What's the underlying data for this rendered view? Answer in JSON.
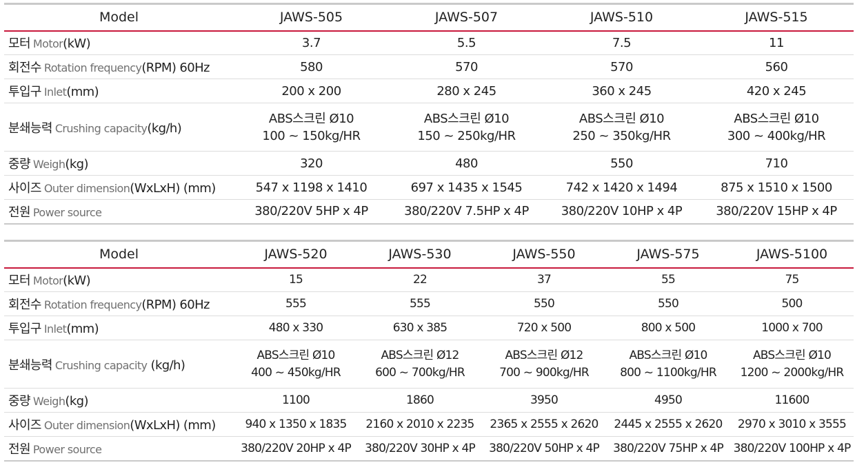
{
  "tables": [
    {
      "header_label": "Model",
      "models": [
        "JAWS-505",
        "JAWS-507",
        "JAWS-510",
        "JAWS-515"
      ],
      "rows": [
        {
          "ko": "모터",
          "en": "Motor",
          "unit": "(kW)",
          "values": [
            "3.7",
            "5.5",
            "7.5",
            "11"
          ]
        },
        {
          "ko": "회전수",
          "en": "Rotation frequency",
          "unit": "(RPM) 60Hz",
          "values": [
            "580",
            "570",
            "570",
            "560"
          ]
        },
        {
          "ko": "투입구",
          "en": "Inlet",
          "unit": "(mm)",
          "values": [
            "200 x 200",
            "280 x 245",
            "360 x 245",
            "420 x 245"
          ]
        },
        {
          "ko": "분쇄능력",
          "en": "Crushing capacity",
          "unit": "(kg/h)",
          "values": [
            {
              "screen": "ABS스크린 Ø10",
              "capacity": "100 ~ 150kg/HR"
            },
            {
              "screen": "ABS스크린 Ø10",
              "capacity": "150 ~ 250kg/HR"
            },
            {
              "screen": "ABS스크린 Ø10",
              "capacity": "250 ~ 350kg/HR"
            },
            {
              "screen": "ABS스크린 Ø10",
              "capacity": "300 ~ 400kg/HR"
            }
          ]
        },
        {
          "ko": "중량",
          "en": "Weigh",
          "unit": "(kg)",
          "values": [
            "320",
            "480",
            "550",
            "710"
          ]
        },
        {
          "ko": "사이즈",
          "en": "Outer dimension",
          "unit": "(WxLxH) (mm)",
          "values": [
            "547 x 1198 x 1410",
            "697 x 1435 x 1545",
            "742 x 1420 x 1494",
            "875 x 1510 x 1500"
          ]
        },
        {
          "ko": "전원",
          "en": "Power source",
          "unit": "",
          "values": [
            "380/220V 5HP x 4P",
            "380/220V 7.5HP x 4P",
            "380/220V 10HP x 4P",
            "380/220V 15HP x 4P"
          ]
        }
      ]
    },
    {
      "header_label": "Model",
      "models": [
        "JAWS-520",
        "JAWS-530",
        "JAWS-550",
        "JAWS-575",
        "JAWS-5100"
      ],
      "rows": [
        {
          "ko": "모터",
          "en": "Motor",
          "unit": "(kW)",
          "values": [
            "15",
            "22",
            "37",
            "55",
            "75"
          ]
        },
        {
          "ko": "회전수",
          "en": "Rotation frequency",
          "unit": "(RPM) 60Hz",
          "values": [
            "555",
            "555",
            "550",
            "550",
            "500"
          ]
        },
        {
          "ko": "투입구",
          "en": "Inlet",
          "unit": "(mm)",
          "values": [
            "480 x 330",
            "630 x 385",
            "720 x 500",
            "800 x 500",
            "1000 x 700"
          ]
        },
        {
          "ko": "분쇄능력",
          "en": "Crushing capacity",
          "unit": "(kg/h)",
          "values": [
            {
              "screen": "ABS스크린 Ø10",
              "capacity": "400 ~ 450kg/HR"
            },
            {
              "screen": "ABS스크린 Ø12",
              "capacity": "600 ~ 700kg/HR"
            },
            {
              "screen": "ABS스크린 Ø12",
              "capacity": "700 ~ 900kg/HR"
            },
            {
              "screen": "ABS스크린 Ø10",
              "capacity": "800 ~ 1100kg/HR"
            },
            {
              "screen": "ABS스크린 Ø10",
              "capacity": "1200 ~ 2000kg/HR"
            }
          ]
        },
        {
          "ko": "중량",
          "en": "Weigh",
          "unit": "(kg)",
          "values": [
            "1100",
            "1860",
            "3950",
            "4950",
            "11600"
          ]
        },
        {
          "ko": "사이즈",
          "en": "Outer dimension",
          "unit": "(WxLxH) (mm)",
          "values": [
            "940 x 1350 x 1835",
            "2160 x 2010 x 2235",
            "2365 x 2555 x 2620",
            "2445 x 2555 x 2620",
            "2970 x 3010 x 3555"
          ]
        },
        {
          "ko": "전원",
          "en": "Power source",
          "unit": "",
          "values": [
            "380/220V 20HP x 4P",
            "380/220V 30HP x 4P",
            "380/220V 50HP x 4P",
            "380/220V 75HP x 4P",
            "380/220V 100HP x 4P"
          ]
        }
      ]
    }
  ],
  "colors": {
    "header_rule": "#c8193c",
    "border": "#c9c9c9",
    "label_en": "#707070"
  }
}
